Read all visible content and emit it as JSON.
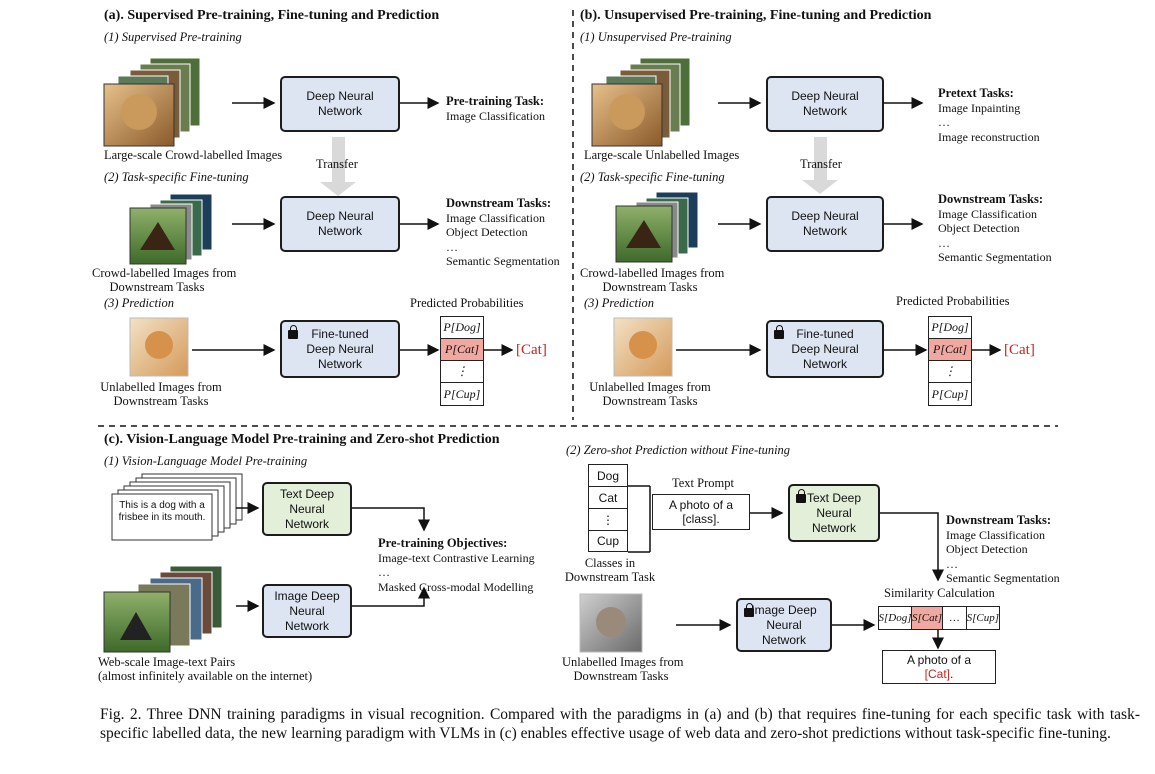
{
  "panel_a": {
    "title": "(a). Supervised Pre-training, Fine-tuning and Prediction",
    "step1": "(1) Supervised Pre-training",
    "step2": "(2) Task-specific Fine-tuning",
    "step3": "(3) Prediction",
    "pretrain_images_label": "Large-scale Crowd-labelled Images",
    "dnn_label": "Deep Neural Network",
    "transfer": "Transfer",
    "pretrain_task_title": "Pre-training Task:",
    "pretrain_task": "Image Classification",
    "finetune_images_label_1": "Crowd-labelled Images from",
    "finetune_images_label_2": "Downstream Tasks",
    "downstream_title": "Downstream Tasks:",
    "downstream_1": "Image Classification",
    "downstream_2": "Object Detection",
    "downstream_3": "…",
    "downstream_4": "Semantic Segmentation",
    "predict_images_label_1": "Unlabelled Images from",
    "predict_images_label_2": "Downstream Tasks",
    "finetuned_label": "Fine-tuned Deep Neural Network",
    "probs_title": "Predicted Probabilities",
    "output": "[Cat]"
  },
  "panel_b": {
    "title": "(b). Unsupervised Pre-training, Fine-tuning and Prediction",
    "step1": "(1) Unsupervised Pre-training",
    "step2": "(2) Task-specific Fine-tuning",
    "step3": "(3) Prediction",
    "pretrain_images_label": "Large-scale Unlabelled Images",
    "dnn_label": "Deep Neural Network",
    "transfer": "Transfer",
    "pretext_title": "Pretext Tasks:",
    "pretext_1": "Image Inpainting",
    "pretext_2": "…",
    "pretext_3": "Image reconstruction",
    "finetune_images_label_1": "Crowd-labelled Images from",
    "finetune_images_label_2": "Downstream Tasks",
    "downstream_title": "Downstream Tasks:",
    "downstream_1": "Image Classification",
    "downstream_2": "Object Detection",
    "downstream_3": "…",
    "downstream_4": "Semantic Segmentation",
    "predict_images_label_1": "Unlabelled Images from",
    "predict_images_label_2": "Downstream Tasks",
    "finetuned_label": "Fine-tuned Deep Neural Network",
    "probs_title": "Predicted Probabilities",
    "output": "[Cat]"
  },
  "probs": {
    "dog": "P[Dog]",
    "cat": "P[Cat]",
    "dots": "⋮",
    "cup": "P[Cup]"
  },
  "panel_c": {
    "title": "(c). Vision-Language Model Pre-training and Zero-shot Prediction",
    "step1": "(1) Vision-Language Model Pre-training",
    "step2": "(2) Zero-shot Prediction without Fine-tuning",
    "caption_text": "This is a dog with a frisbee in its mouth.",
    "text_dnn": "Text Deep Neural Network",
    "image_dnn": "Image Deep Neural Network",
    "pairs_label_1": "Web-scale Image-text Pairs",
    "pairs_label_2": "(almost infinitely available on the internet)",
    "objectives_title": "Pre-training Objectives:",
    "objective_1": "Image-text Contrastive Learning",
    "objective_2": "…",
    "objective_3": "Masked Cross-modal Modelling",
    "classes": [
      "Dog",
      "Cat",
      "⋮",
      "Cup"
    ],
    "classes_label_1": "Classes in",
    "classes_label_2": "Downstream Task",
    "text_prompt_title": "Text Prompt",
    "text_prompt": "A photo of a [class].",
    "downstream_title": "Downstream Tasks:",
    "downstream_1": "Image Classification",
    "downstream_2": "Object Detection",
    "downstream_3": "…",
    "downstream_4": "Semantic Segmentation",
    "similarity_title": "Similarity Calculation",
    "sim_dog": "S[Dog]",
    "sim_cat": "S[Cat]",
    "sim_dots": "…",
    "sim_cup": "S[Cup]",
    "unlabelled_label_1": "Unlabelled Images from",
    "unlabelled_label_2": "Downstream Tasks",
    "result_prefix": "A photo of a",
    "result_class": "[Cat]",
    "result_suffix": "."
  },
  "caption": "Fig. 2.    Three DNN training paradigms in visual recognition. Compared with the paradigms in (a) and (b) that requires fine-tuning for each specific task with task-specific labelled data, the new learning paradigm with VLMs in (c) enables effective usage of web data and zero-shot predictions without task-specific fine-tuning."
}
